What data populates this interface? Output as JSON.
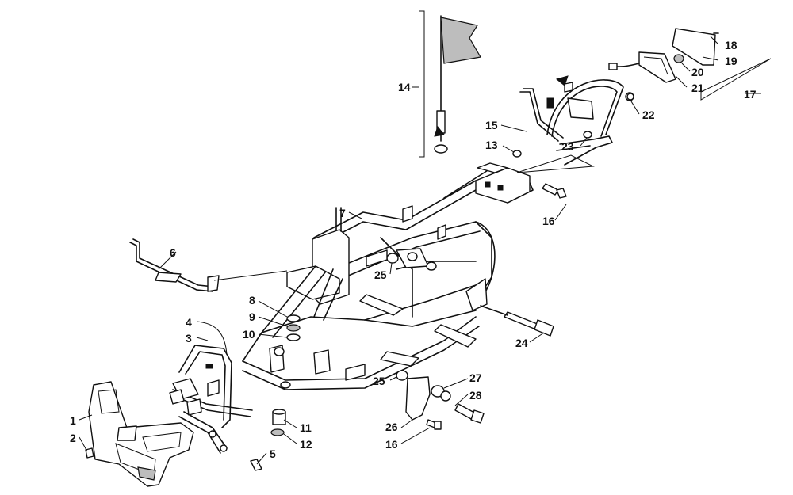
{
  "diagram": {
    "callouts": {
      "c1": "1",
      "c2": "2",
      "c3": "3",
      "c4": "4",
      "c5": "5",
      "c6": "6",
      "c7": "7",
      "c8": "8",
      "c9": "9",
      "c10": "10",
      "c11": "11",
      "c12": "12",
      "c13": "13",
      "c14": "14",
      "c15": "15",
      "c16a": "16",
      "c16b": "16",
      "c17": "17",
      "c18": "18",
      "c19": "19",
      "c20": "20",
      "c21": "21",
      "c22": "22",
      "c23": "23",
      "c24": "24",
      "c25a": "25",
      "c25b": "25",
      "c26": "26",
      "c27": "27",
      "c28": "28"
    }
  }
}
